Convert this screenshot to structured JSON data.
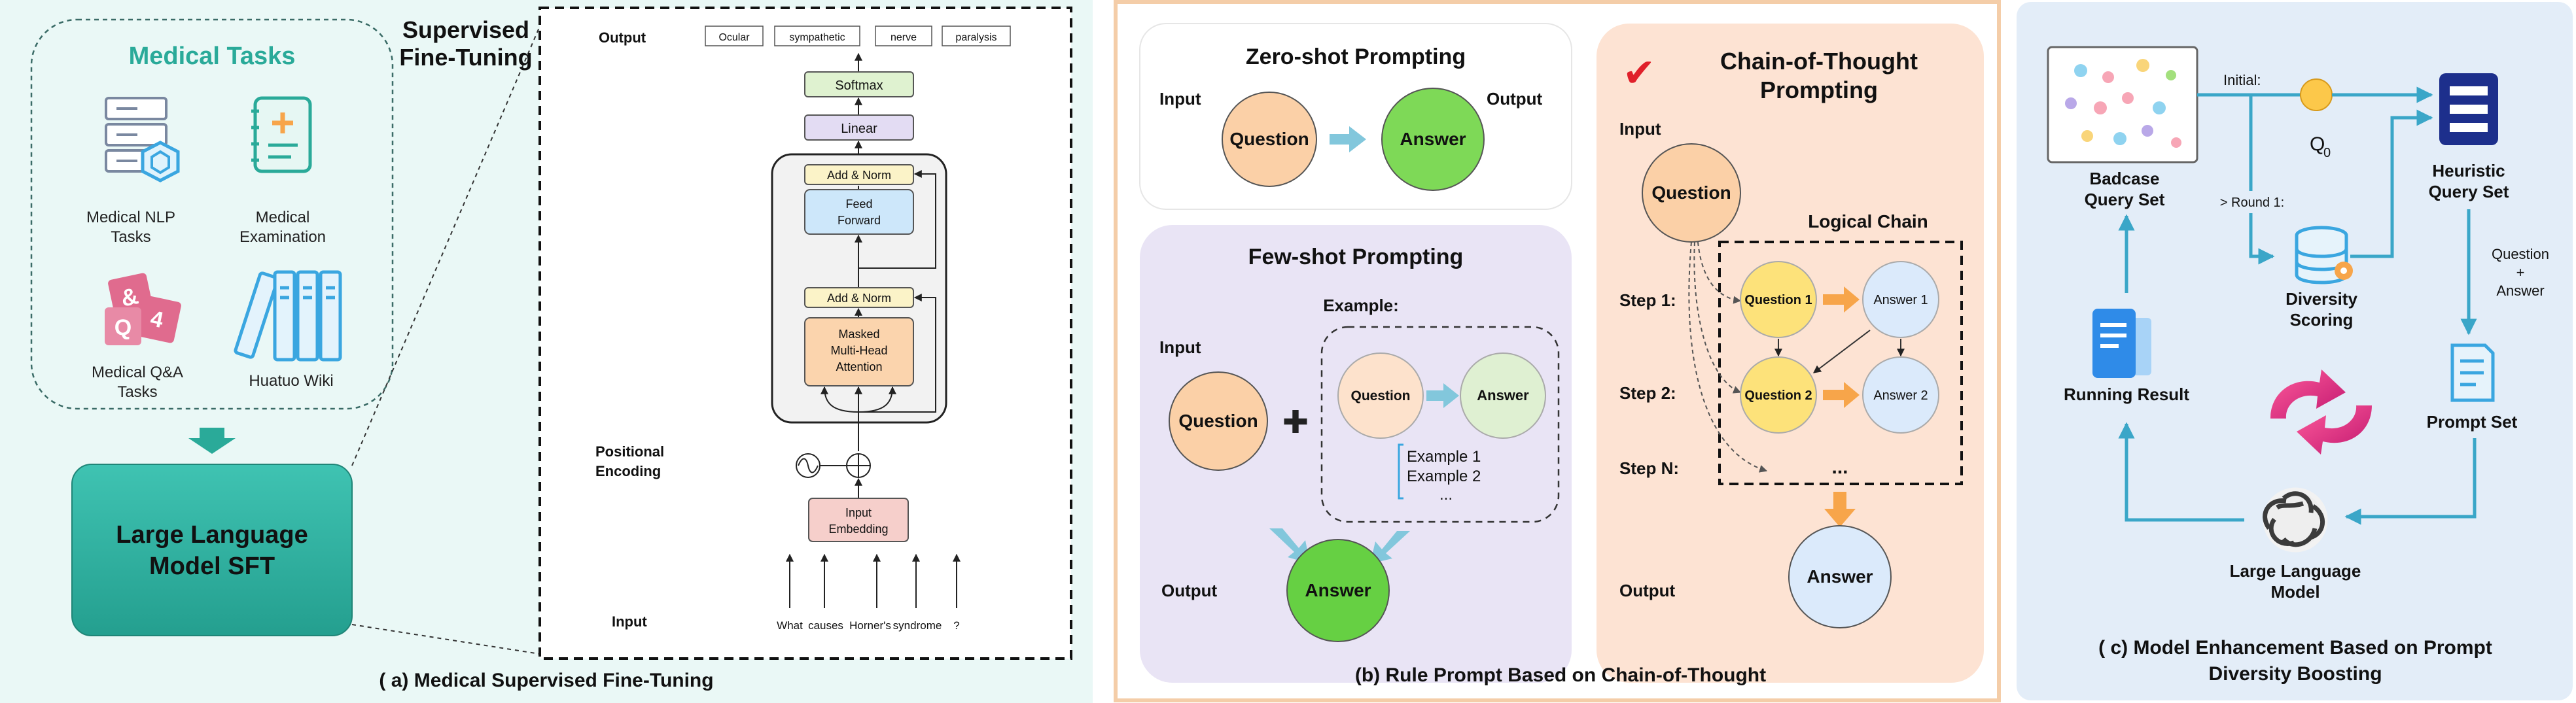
{
  "panel_a": {
    "caption": "( a) Medical Supervised Fine-Tuning",
    "tasks_title": "Medical Tasks",
    "tasks": [
      {
        "label_line1": "Medical NLP",
        "label_line2": "Tasks",
        "icon": "server-icon"
      },
      {
        "label_line1": "Medical",
        "label_line2": "Examination",
        "icon": "notepad-icon"
      },
      {
        "label_line1": "Medical Q&A",
        "label_line2": "Tasks",
        "icon": "qa-cards-icon"
      },
      {
        "label_line1": "Huatuo Wiki",
        "label_line2": "",
        "icon": "books-icon"
      }
    ],
    "llm_box_line1": "Large Language",
    "llm_box_line2": "Model SFT",
    "sft_title_line1": "Supervised",
    "sft_title_line2": "Fine-Tuning",
    "transformer": {
      "output_label": "Output",
      "output_tokens": [
        "Ocular",
        "sympathetic",
        "nerve",
        "paralysis"
      ],
      "softmax": "Softmax",
      "linear": "Linear",
      "add_norm": "Add & Norm",
      "feed_forward_line1": "Feed",
      "feed_forward_line2": "Forward",
      "attention_line1": "Masked",
      "attention_line2": "Multi-Head",
      "attention_line3": "Attention",
      "positional_line1": "Positional",
      "positional_line2": "Encoding",
      "input_embedding_line1": "Input",
      "input_embedding_line2": "Embedding",
      "input_label": "Input",
      "input_tokens": [
        "What",
        "causes",
        "Horner's",
        "syndrome",
        "?"
      ]
    }
  },
  "panel_b": {
    "caption": "(b) Rule Prompt Based on Chain-of-Thought",
    "zero_shot": {
      "title": "Zero-shot Prompting",
      "input_label": "Input",
      "output_label": "Output",
      "question": "Question",
      "answer": "Answer"
    },
    "few_shot": {
      "title": "Few-shot Prompting",
      "example_label": "Example:",
      "input_label": "Input",
      "output_label": "Output",
      "question": "Question",
      "plus": "✚",
      "example_question": "Question",
      "example_answer": "Answer",
      "examples": [
        "Example 1",
        "Example 2",
        "..."
      ],
      "answer": "Answer"
    },
    "cot": {
      "title_line1": "Chain-of-Thought",
      "title_line2": "Prompting",
      "check": "✔",
      "input_label": "Input",
      "question": "Question",
      "logical_chain": "Logical Chain",
      "steps": [
        "Step 1:",
        "Step 2:",
        "Step N:"
      ],
      "chain_questions": [
        "Question 1",
        "Question 2"
      ],
      "chain_answers": [
        "Answer 1",
        "Answer 2"
      ],
      "ellipsis": "...",
      "output_label": "Output",
      "answer": "Answer"
    }
  },
  "panel_c": {
    "caption_line1": "( c) Model Enhancement Based on Prompt",
    "caption_line2": "Diversity Boosting",
    "badcase_line1": "Badcase",
    "badcase_line2": "Query Set",
    "initial_label": "Initial:",
    "q0_label": "Q",
    "q0_sub": "0",
    "heuristic_line1": "Heuristic",
    "heuristic_line2": "Query Set",
    "round_label": "> Round 1:",
    "diversity_line1": "Diversity",
    "diversity_line2": "Scoring",
    "qa_line1": "Question",
    "qa_line2": "+",
    "qa_line3": "Answer",
    "running_result": "Running Result",
    "prompt_set": "Prompt Set",
    "llm_line1": "Large Language",
    "llm_line2": "Model"
  },
  "colors": {
    "panel_a_bg": "#eaf8f6",
    "panel_b_border": "#f4cda8",
    "panel_c_bg": "#e3edf8",
    "teal": "#2aaa99",
    "orange_node": "#fcd3a8",
    "green_node": "#7ed957",
    "blue_node": "#dbeafb",
    "yellow_node": "#fde27a",
    "arrow_blue": "#3aa6c8",
    "arrow_orange": "#f7a54a",
    "dark_navy": "#1d2f8c"
  }
}
